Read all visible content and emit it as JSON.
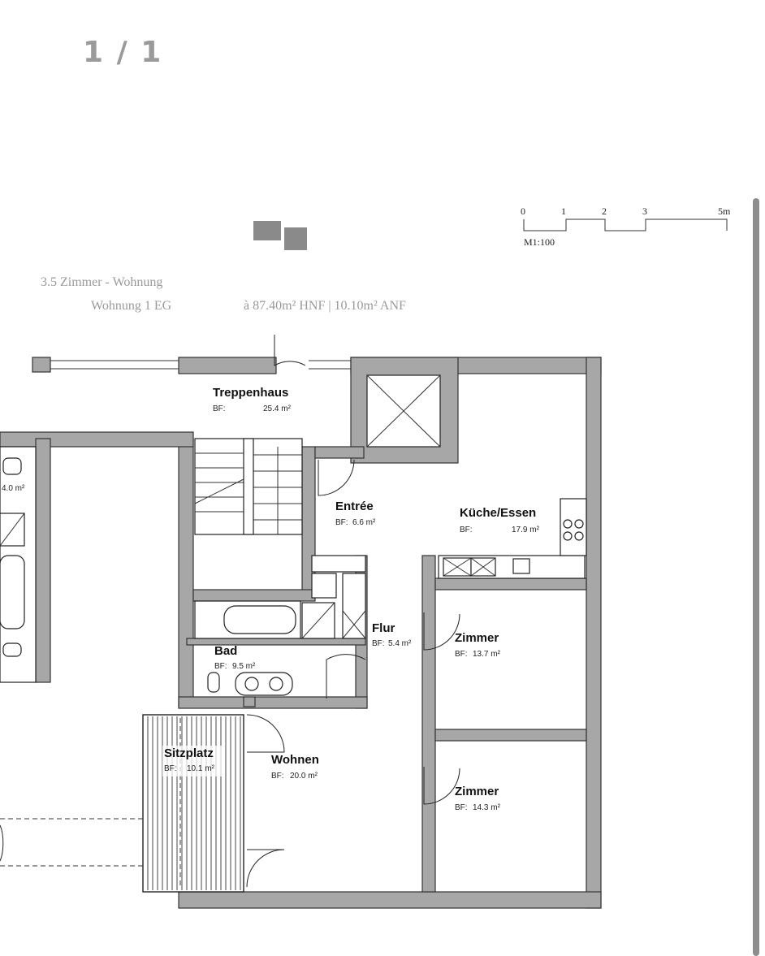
{
  "viewer": {
    "page_counter": "1 / 1"
  },
  "plan": {
    "heading_line1": "3.5 Zimmer - Wohnung",
    "heading_line2": "Wohnung 1 EG",
    "heading_area": "à 87.40m² HNF | 10.10m² ANF",
    "scale": {
      "ticks": [
        "0",
        "1",
        "2",
        "3",
        "5m"
      ],
      "label": "M1:100"
    },
    "rooms": [
      {
        "key": "treppenhaus",
        "name": "Treppenhaus",
        "prefix": "BF:",
        "area": "25.4 m²"
      },
      {
        "key": "entree",
        "name": "Entrée",
        "prefix": "BF:",
        "area": "6.6 m²"
      },
      {
        "key": "kueche",
        "name": "Küche/Essen",
        "prefix": "BF:",
        "area": "17.9 m²"
      },
      {
        "key": "flur",
        "name": "Flur",
        "prefix": "BF:",
        "area": "5.4 m²"
      },
      {
        "key": "bad",
        "name": "Bad",
        "prefix": "BF:",
        "area": "9.5 m²"
      },
      {
        "key": "zimmer1",
        "name": "Zimmer",
        "prefix": "BF:",
        "area": "13.7 m²"
      },
      {
        "key": "zimmer2",
        "name": "Zimmer",
        "prefix": "BF:",
        "area": "14.3 m²"
      },
      {
        "key": "sitzplatz",
        "name": "Sitzplatz",
        "prefix": "BF:",
        "area": "10.1 m²"
      },
      {
        "key": "wohnen",
        "name": "Wohnen",
        "prefix": "BF:",
        "area": "20.0 m²"
      }
    ],
    "neighbor_fragment": "4.0 m²"
  },
  "colors": {
    "wall_fill": "#a7a7a7",
    "counter_text": "#9a9a9a",
    "scrollbar": "#8e8e8e"
  }
}
